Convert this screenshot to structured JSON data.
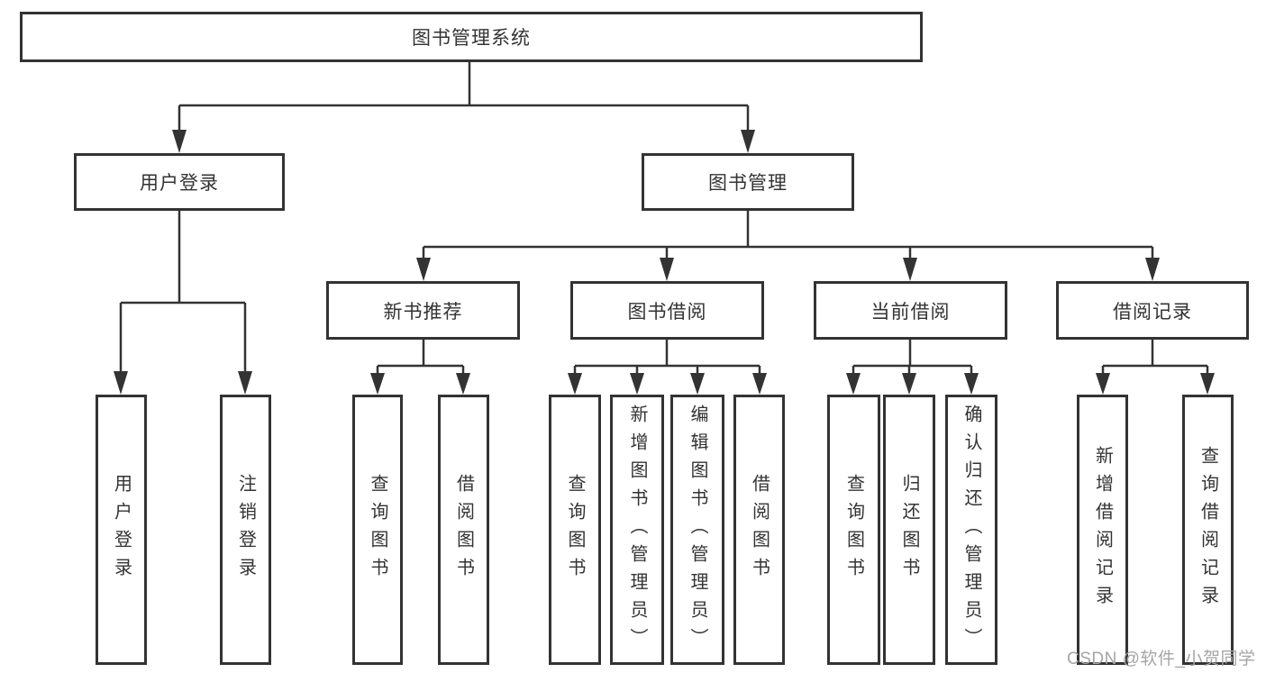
{
  "diagram": {
    "title": "图书管理系统",
    "branches": [
      {
        "label": "用户登录",
        "children": [
          {
            "label": "用户登录"
          },
          {
            "label": "注销登录"
          }
        ]
      },
      {
        "label": "图书管理",
        "children": [
          {
            "label": "新书推荐",
            "children": [
              {
                "label": "查询图书"
              },
              {
                "label": "借阅图书"
              }
            ]
          },
          {
            "label": "图书借阅",
            "children": [
              {
                "label": "查询图书"
              },
              {
                "label": "新增图书（管理员）"
              },
              {
                "label": "编辑图书（管理员）"
              },
              {
                "label": "借阅图书"
              }
            ]
          },
          {
            "label": "当前借阅",
            "children": [
              {
                "label": "查询图书"
              },
              {
                "label": "归还图书"
              },
              {
                "label": "确认归还（管理员）"
              }
            ]
          },
          {
            "label": "借阅记录",
            "children": [
              {
                "label": "新增借阅记录"
              },
              {
                "label": "查询借阅记录"
              }
            ]
          }
        ]
      }
    ]
  },
  "watermark": {
    "text": "CSDN @软件_小贺同学"
  },
  "colors": {
    "line": "#333333",
    "box_border": "#333333",
    "text": "#333333",
    "watermark_text": "#a5a5a5",
    "background": "#ffffff"
  }
}
